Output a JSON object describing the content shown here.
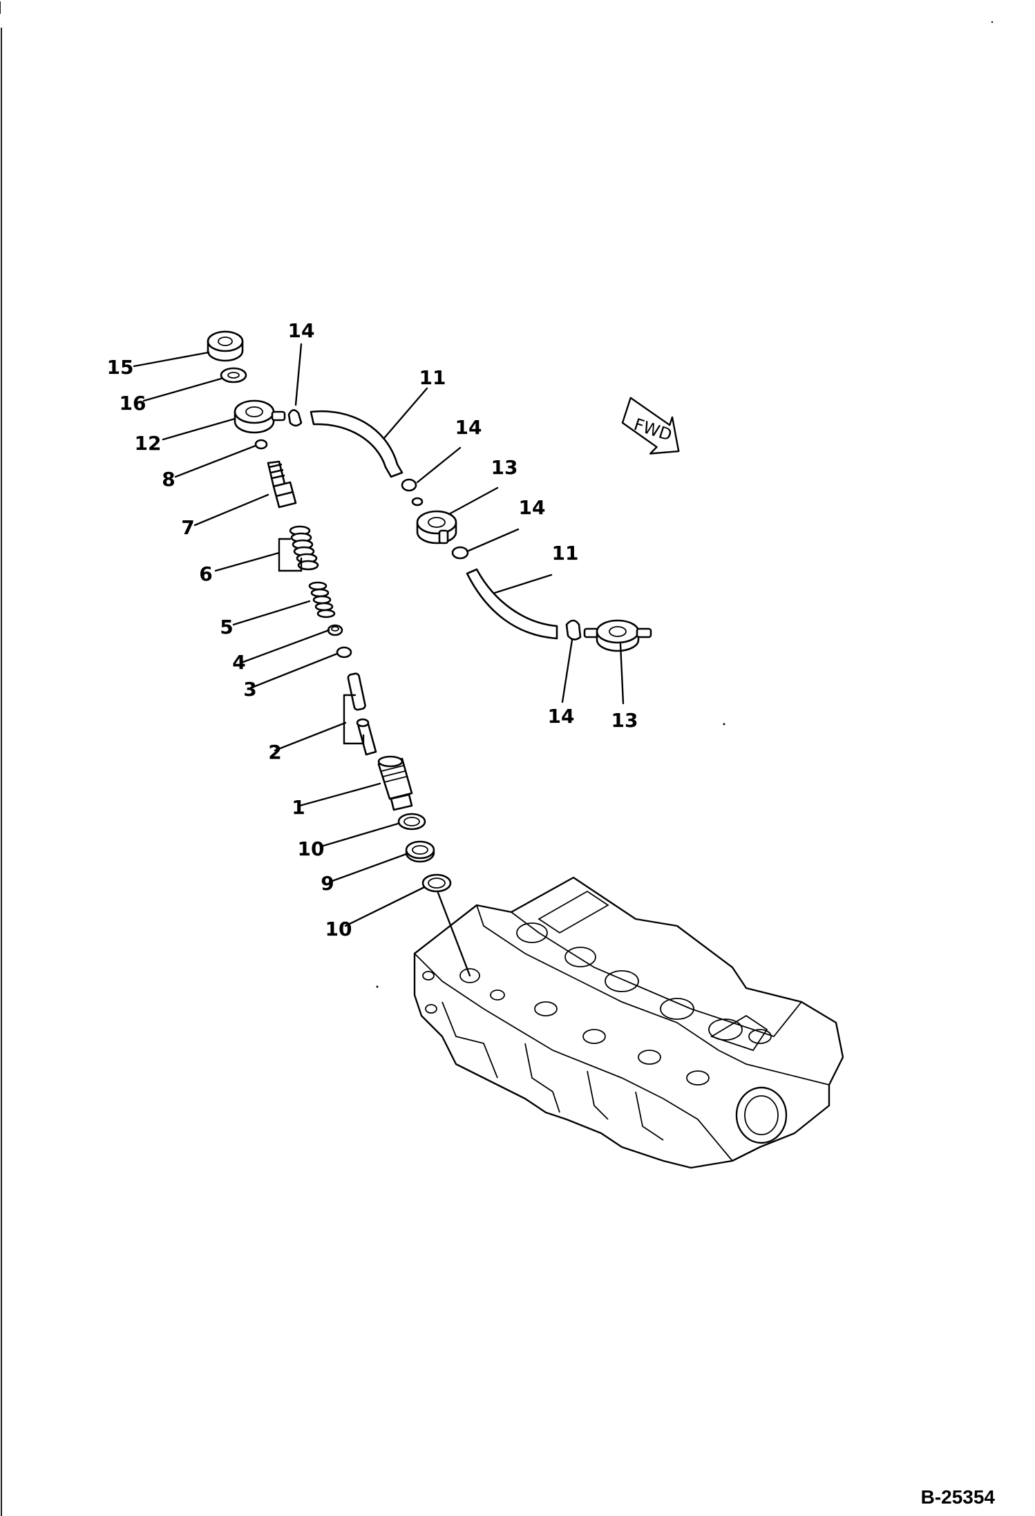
{
  "diagram": {
    "callouts": [
      {
        "id": "c15",
        "text": "15"
      },
      {
        "id": "c16",
        "text": "16"
      },
      {
        "id": "c12",
        "text": "12"
      },
      {
        "id": "c8",
        "text": "8"
      },
      {
        "id": "c7",
        "text": "7"
      },
      {
        "id": "c6",
        "text": "6"
      },
      {
        "id": "c5",
        "text": "5"
      },
      {
        "id": "c4",
        "text": "4"
      },
      {
        "id": "c3",
        "text": "3"
      },
      {
        "id": "c2",
        "text": "2"
      },
      {
        "id": "c1",
        "text": "1"
      },
      {
        "id": "c10a",
        "text": "10"
      },
      {
        "id": "c9",
        "text": "9"
      },
      {
        "id": "c10b",
        "text": "10"
      },
      {
        "id": "c14a",
        "text": "14"
      },
      {
        "id": "c11a",
        "text": "11"
      },
      {
        "id": "c14b",
        "text": "14"
      },
      {
        "id": "c13a",
        "text": "13"
      },
      {
        "id": "c14c",
        "text": "14"
      },
      {
        "id": "c11b",
        "text": "11"
      },
      {
        "id": "c14d",
        "text": "14"
      },
      {
        "id": "c13b",
        "text": "13"
      }
    ],
    "direction_marker": "FWD",
    "figure_code": "B-25354"
  }
}
